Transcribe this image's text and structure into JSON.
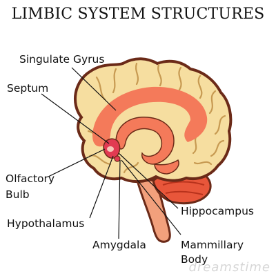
{
  "title": "LIMBIC SYSTEM STRUCTURES",
  "labels": {
    "cingulate_gyrus": "Singulate Gyrus",
    "septum": "Septum",
    "olfactory_bulb_line1": "Olfactory",
    "olfactory_bulb_line2": "Bulb",
    "hypothalamus": "Hypothalamus",
    "amygdala": "Amygdala",
    "mammillary_body_line1": "Mammillary",
    "mammillary_body_line2": "Body",
    "hippocampus": "Hippocampus"
  },
  "watermark": "dreamstime",
  "colors": {
    "brain_fill": "#f6dea0",
    "brain_outline": "#6b2a18",
    "limbic_fill": "#f47a5a",
    "cerebellum_fill": "#e8563a",
    "brainstem_fill": "#f2a07c",
    "center_fill": "#e23a52"
  }
}
